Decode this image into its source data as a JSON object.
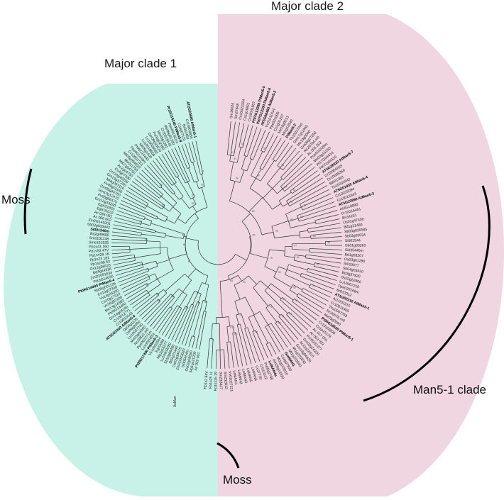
{
  "clades": {
    "major_clade_1": {
      "title": "Major clade 1",
      "color": "#c8f2e8"
    },
    "major_clade_2": {
      "title": "Major clade 2",
      "color": "#efd6e0"
    }
  },
  "group_labels": {
    "moss_left": "Moss",
    "moss_bottom": "Moss",
    "man5_1": "Man5-1 clade"
  },
  "center_label": "AcMan",
  "leaves_clade2": [
    "Pp1s2 84V",
    "Pp1s25 11",
    "Pp1s115 19",
    "Sm233427",
    "Sm232812",
    "Vv01027221",
    "LeMAN1",
    "LeMAN2",
    "LeMAN3",
    "LeMAN5",
    "LeMAN6",
    "Cc37730",
    "Cr010012",
    "Pv05g2790",
    "LuMAN4a",
    "Gm20g13320",
    "Mt1g103810",
    "Cs4g07830",
    "GmMAN1",
    "Mt1g103840",
    "Mt1g103830",
    "Gm19g04620",
    "Ac11q22310",
    "Gm03g24220",
    "Pv09102377",
    "Ac 003 002",
    "Ac 017 001",
    "Cs1p15179",
    "Cr10116998",
    "Pt06G18530 PtMan5-1",
    "Me03g2660",
    "Rc30076.m0",
    "Th10007769",
    "Cr10011405",
    "At1G02310",
    "AT1G02310 AtMan5-1",
    "Br033312",
    "Ppe020168m",
    "Lu10007210",
    "Os02g52800",
    "Bd3g57920",
    "Sb04g03420",
    "Si019677",
    "Os03g61280",
    "Bd1g03207",
    "Si035445m",
    "Sb01g00263",
    "Si001544",
    "Sb03g03034",
    "Sb03g035585",
    "Bd1g21490",
    "Os01g47400",
    "Bri34151",
    "Cr10016461",
    "At3G10890",
    "AT3G10890 AtMan5-3",
    "Cr10016343",
    "Cr10015094",
    "AT5G01930 AtMan5-4",
    "Th10002642",
    "Bi001363",
    "Cr10008350",
    "Cr10004283",
    "AT4G28320 AtMan5-7",
    "Pt07G04420",
    "Pt17G04410",
    "Me03g15250",
    "Ppe001528m",
    "Ac 005 002",
    "Rc29794.m0",
    "Gm08g27250",
    "Me10g0040",
    "Gm17g11940",
    "Th10017040",
    "PtMan5-2",
    "Mt1g13540",
    "Me18g0213",
    "Cs1g01207",
    "Ppe021000",
    "Vv01011014",
    "AT5G66460 AtMan5-2",
    "Pt07G13100 PtMan5-6",
    "Pt07G13280 PtMan5-5",
    "Cx10031807",
    "Cs1g16811",
    "Cs16423324",
    "Sm27848",
    "Sm16024"
  ],
  "leaves_clade1": [
    "AT2G20680 AtMan5-1",
    "Cr10004854",
    "Br001451",
    "Cs4g07110",
    "Pt10G14240 PtMan5-8",
    "Ppe001561m",
    "Me06g01290",
    "Cr10019140",
    "Me05g1291",
    "Pv04g02390",
    "Gm09g33620",
    "Lu10006582",
    "Lu10018668",
    "Mt05g1400",
    "Pt06G14440",
    "Ppe001449m",
    "Cr10007251",
    "Mt03g064920",
    "Me011790",
    "Mt07g04750",
    "Ac2g04750",
    "Cs4g07330",
    "Gm18g40290",
    "Gm13g37250",
    "Mt4g097110",
    "Pv09g01160",
    "Gm06g44750",
    "Gm10g12470",
    "Pv06g06170",
    "Gm12g33200",
    "EgA01823",
    "EgK01032",
    "Ac 036 001",
    "Ac 006 002",
    "Zm2G140201",
    "Sb03g033442",
    "Si001340m",
    "Bd2g49680",
    "Smo101148",
    "Smo101525",
    "Pp1s41 160",
    "Pp1s53 47V",
    "Pp1s429 16",
    "Pp1s23 181",
    "Pp1s208 63",
    "Os12g36520",
    "Bd4g44336",
    "Zm2G051634",
    "Pt16G14030",
    "Pt09G14400 PtMan5-4",
    "Sb05g001126",
    "Cs10g07340",
    "Vv14g04300",
    "Cs10g17310",
    "Vv16g02100",
    "Me13g14300",
    "Pt09G14450",
    "Gm14g04190",
    "Cr10012771",
    "Cr10010143",
    "AT5G01930 AtMan5-6",
    "Os04g1120",
    "Os06g2090",
    "Lu10007740",
    "Me03g04350",
    "Rc29822.m0",
    "Ppe002271m",
    "Lu10020854",
    "Pt09G17400 PtMan5-3",
    "Vv10003344",
    "Eg03089",
    "Mg1g18277",
    "Lu10003280",
    "Sb10g06460",
    "Bd1g21440",
    "Os02g34570",
    "Zm2G043620",
    "Si005454m",
    "Os02g08550",
    "Mg1gs21200",
    "Ac 022 001"
  ],
  "bold_leaves": [
    "AT1G02310 AtMan5-1",
    "Pt06G18530 PtMan5-1",
    "AT3G10890 AtMan5-3",
    "AT5G01930 AtMan5-4",
    "AT4G28320 AtMan5-7",
    "AT5G66460 AtMan5-2",
    "Pt07G13100 PtMan5-6",
    "Pt07G13280 PtMan5-5",
    "PtMan5-2",
    "GmMAN1",
    "LuMAN4a",
    "AT2G20680 AtMan5-1",
    "Pt10G14240 PtMan5-8",
    "Pt09G14400 PtMan5-4",
    "AT5G01930 AtMan5-6",
    "Pt09G17400 PtMan5-3",
    "Si001340m"
  ]
}
